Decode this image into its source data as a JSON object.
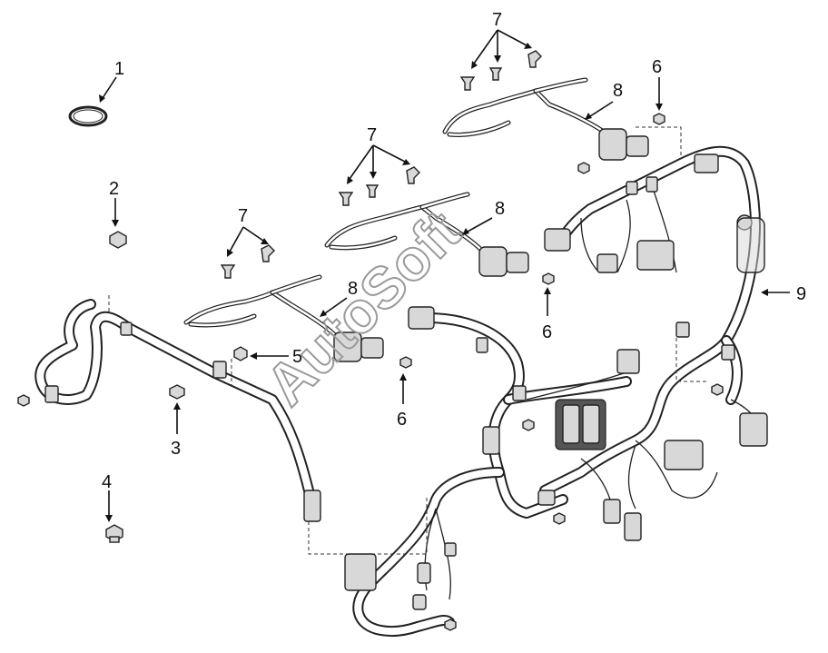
{
  "watermark": "AutoSoft",
  "callouts": [
    {
      "label": "1"
    },
    {
      "label": "2"
    },
    {
      "label": "3"
    },
    {
      "label": "4"
    },
    {
      "label": "5"
    },
    {
      "label": "6"
    },
    {
      "label": "6"
    },
    {
      "label": "6"
    },
    {
      "label": "7"
    },
    {
      "label": "7"
    },
    {
      "label": "7"
    },
    {
      "label": "8"
    },
    {
      "label": "8"
    },
    {
      "label": "8"
    },
    {
      "label": "9"
    }
  ]
}
